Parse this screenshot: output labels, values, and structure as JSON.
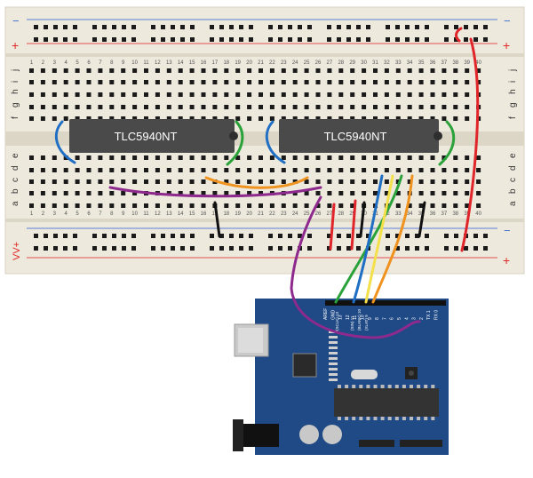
{
  "breadboard": {
    "rail_minus": "−",
    "rail_plus": "+",
    "rail_bottom_label": "VV+",
    "row_labels_top": [
      "j",
      "i",
      "h",
      "g",
      "f"
    ],
    "row_labels_bottom": [
      "e",
      "d",
      "c",
      "b",
      "a"
    ],
    "column_count": 40
  },
  "chips": [
    {
      "label": "TLC5940NT"
    },
    {
      "label": "TLC5940NT"
    }
  ],
  "arduino": {
    "pin_labels": [
      "AREF",
      "GND",
      "13",
      "12",
      "11",
      "10",
      "9",
      "8",
      "7",
      "6",
      "5",
      "4",
      "3",
      "2",
      "TX 1",
      "RX 0"
    ],
    "pin_captions": [
      "(SCLK) 13",
      "(SIN) 11",
      "(BLANK) 10",
      "(XLAT) 9"
    ]
  },
  "colors": {
    "board": "#eee9dd",
    "chip": "#4a4a4a",
    "arduino": "#1f4a86",
    "wire_blue": "#1f6fc4",
    "wire_green": "#2aa23a",
    "wire_orange": "#f0921e",
    "wire_purple": "#8e2a8e",
    "wire_red": "#e0262a",
    "wire_black": "#111111",
    "wire_yellow": "#f4e04a"
  }
}
